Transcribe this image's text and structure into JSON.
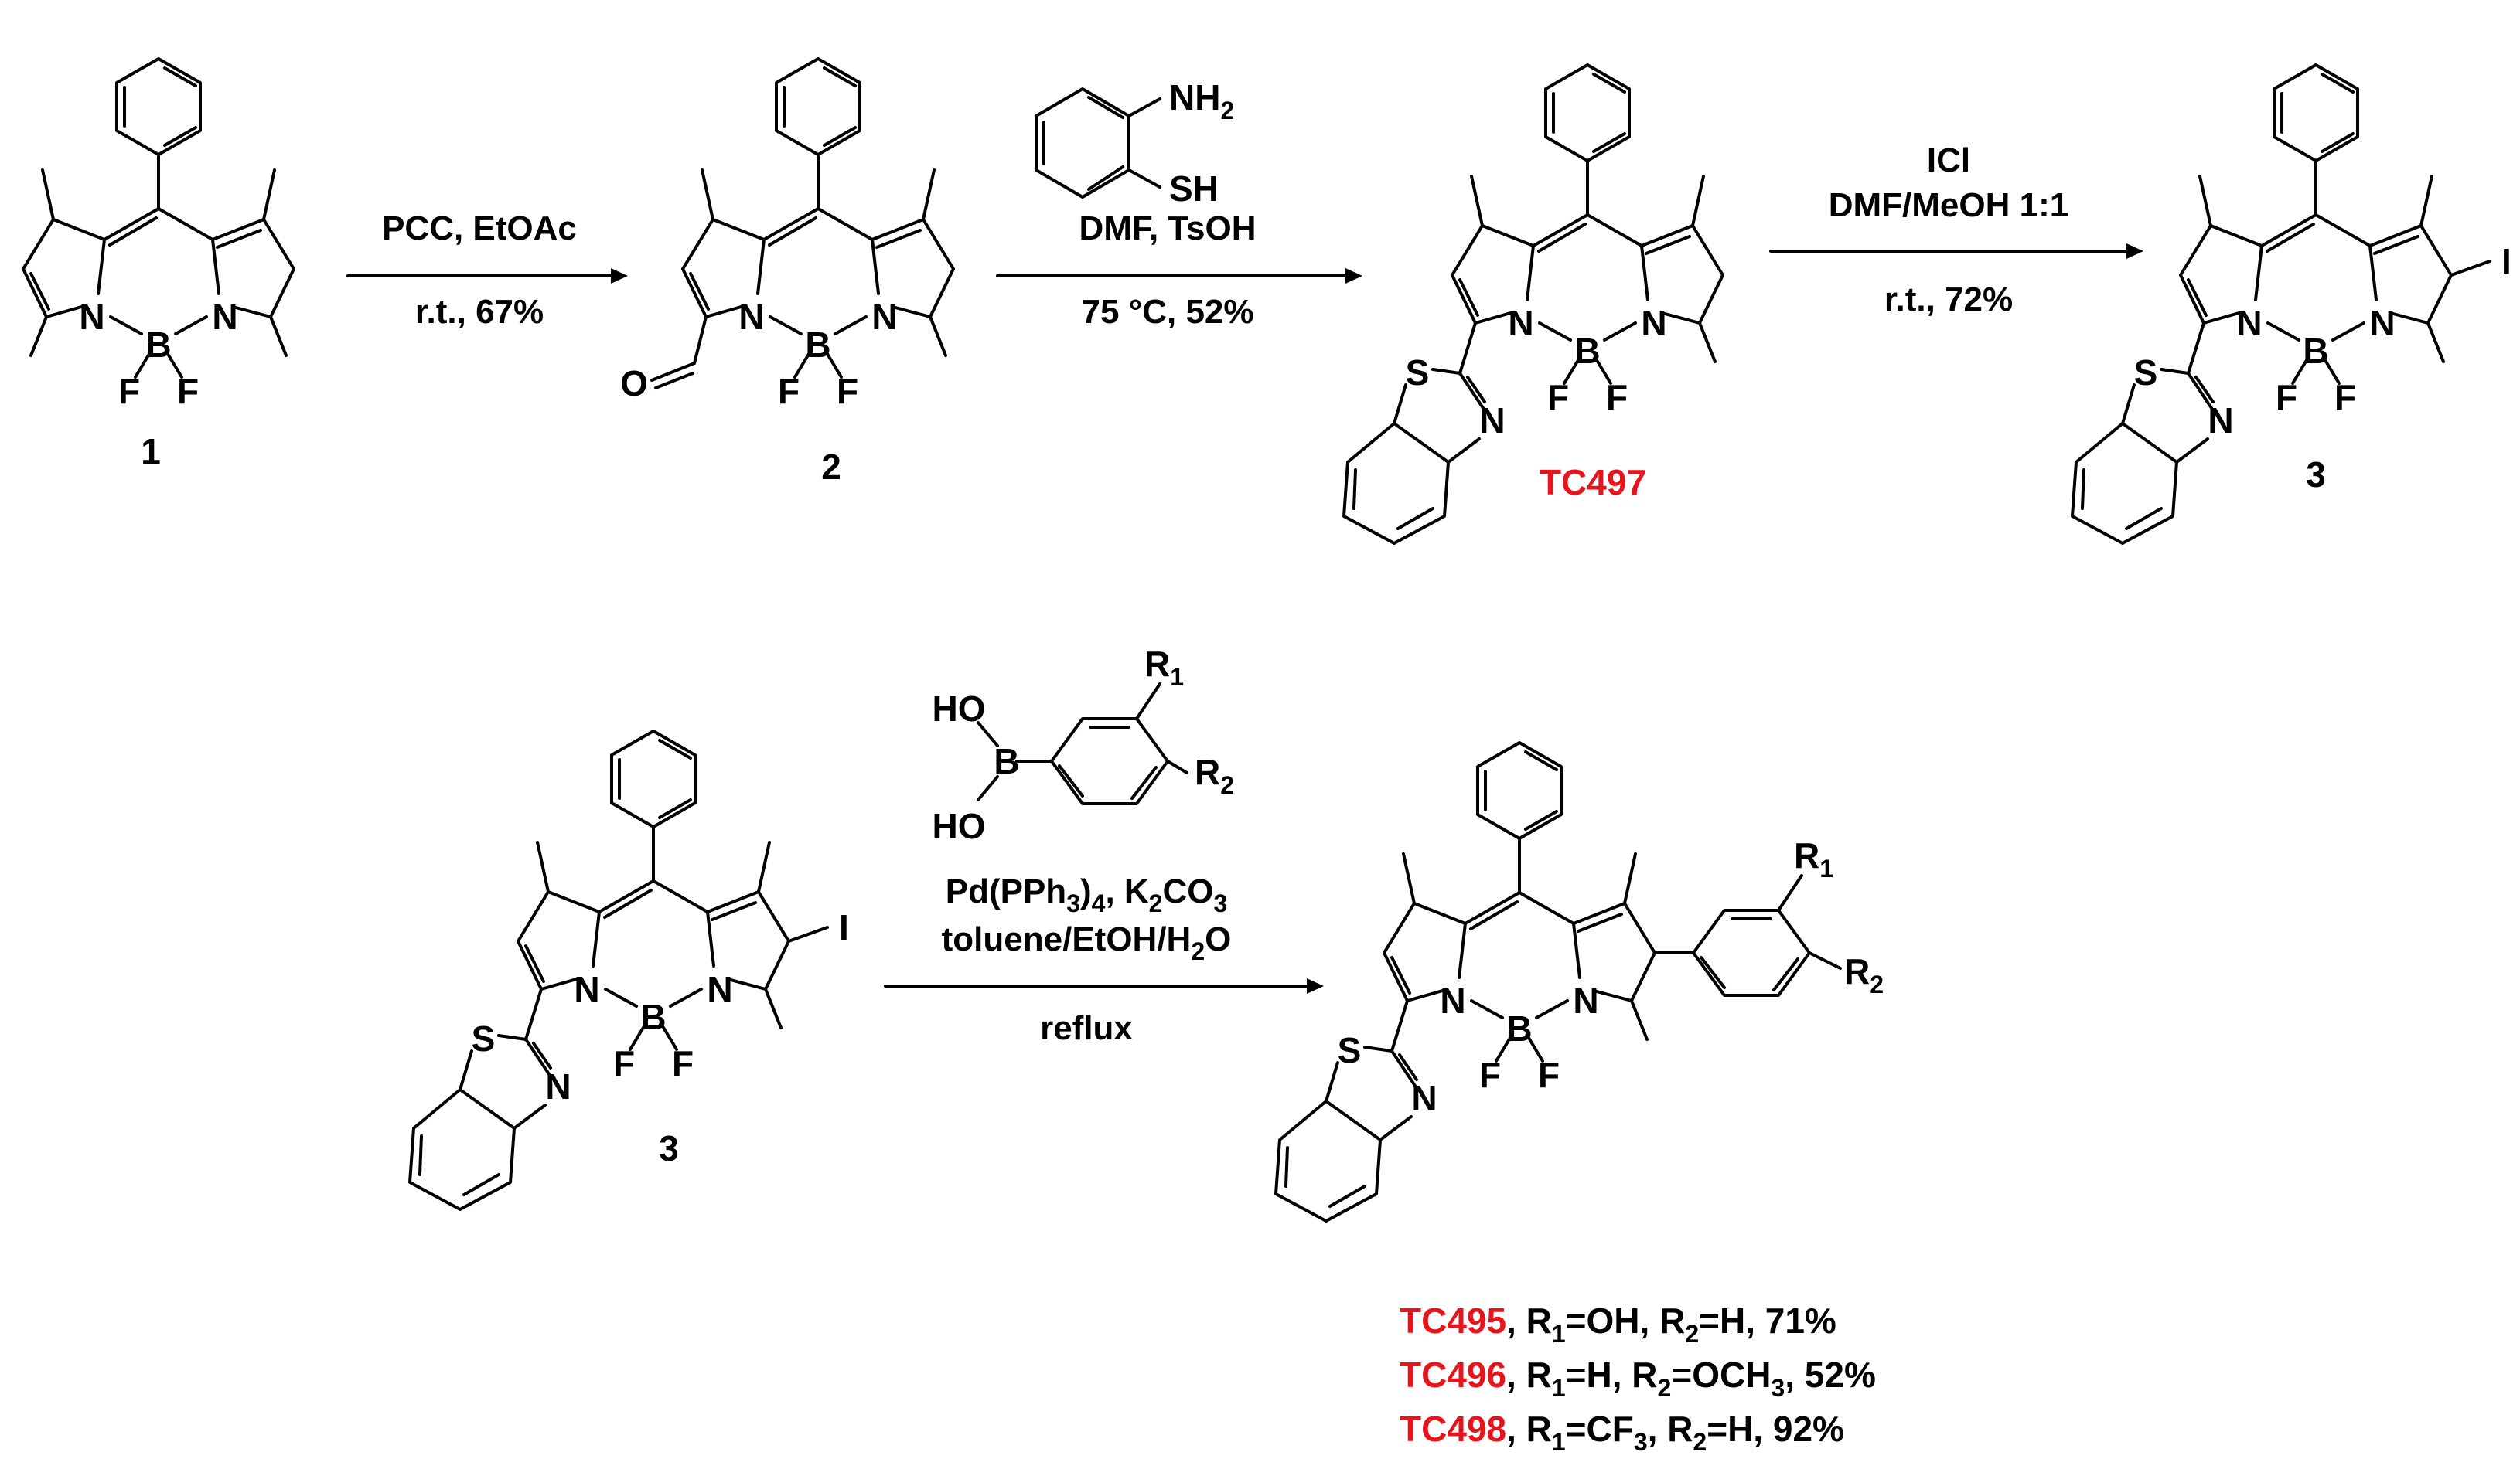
{
  "scheme": {
    "atoms": {
      "N": "N",
      "B": "B",
      "F": "F",
      "O": "O",
      "S": "S",
      "I": "I",
      "NH2_main": "NH",
      "NH2_sub": "2",
      "SH": "SH",
      "HO": "HO",
      "R": "R",
      "sub1": "1",
      "sub2": "2"
    },
    "compounds": {
      "c1": "1",
      "c2": "2",
      "tc497": "TC497",
      "c3a": "3",
      "c3b": "3"
    },
    "step1": {
      "line1": "PCC, EtOAc",
      "line2": "r.t., 67%"
    },
    "step2": {
      "line1": "DMF, TsOH",
      "line2": "75 °C, 52%"
    },
    "step3": {
      "line1": "ICl",
      "line2": "DMF/MeOH 1:1",
      "line3": "r.t., 72%"
    },
    "step4": {
      "cat_a": "Pd(PPh",
      "cat_a_sub": "3",
      "cat_b": ")",
      "cat_b_sub": "4",
      "cat_c": ", K",
      "cat_c_sub": "2",
      "cat_d": "CO",
      "cat_d_sub": "3",
      "solv_a": "toluene/EtOH/H",
      "solv_a_sub": "2",
      "solv_b": "O",
      "cond": "reflux"
    },
    "products": [
      {
        "name": "TC495",
        "p1": ", R",
        "s1": "1",
        "p2": "=OH, R",
        "s2": "2",
        "p3": "=H, 71%"
      },
      {
        "name": "TC496",
        "p1": ", R",
        "s1": "1",
        "p2": "=H, R",
        "s2": "2",
        "p3": "=OCH",
        "s3": "3",
        "p4": ", 52%"
      },
      {
        "name": "TC498",
        "p1": ", R",
        "s1": "1",
        "p2": "=CF",
        "s2": "3",
        "p3": ", R",
        "s3": "2",
        "p4": "=H, 92%"
      }
    ],
    "colors": {
      "highlight": "#e8141b",
      "ink": "#000000"
    }
  }
}
